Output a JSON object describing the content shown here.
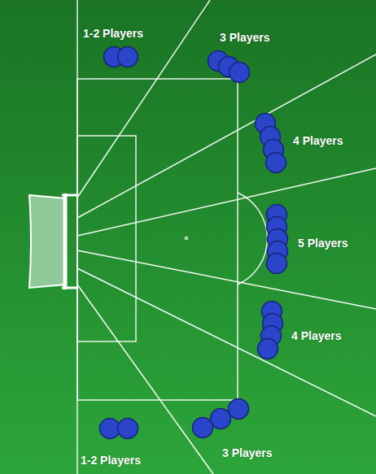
{
  "diagram": {
    "labels": [
      "1-2 Players",
      "3 Players",
      "4 Players",
      "5 Players",
      "4 Players",
      "1-2 Players",
      "3 Players"
    ]
  }
}
